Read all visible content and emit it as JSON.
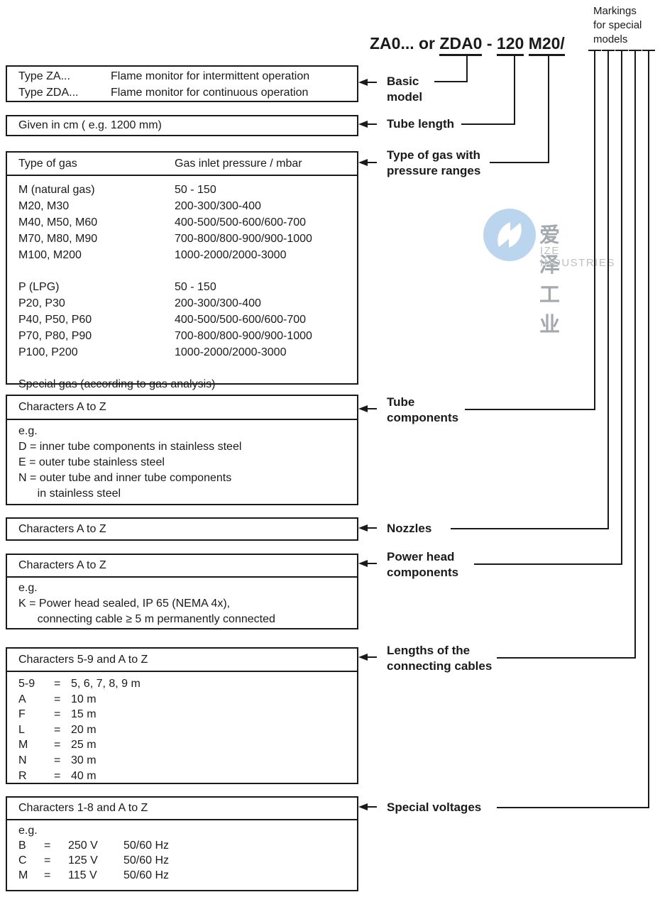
{
  "colors": {
    "ink": "#1a1a1a",
    "watermark_blue": "#b3d1ec",
    "watermark_gray": "#9aa0a6"
  },
  "title": {
    "prefix": "ZA0... or ",
    "basic_code": "ZDA0",
    "separator": " - ",
    "tube_code": "120",
    "gas_code": "M20/",
    "markings_note": [
      "Markings",
      "for special",
      "models"
    ]
  },
  "labels": {
    "basic_model": [
      "Basic",
      "model"
    ],
    "tube_length": "Tube length",
    "gas_type": [
      "Type of gas with",
      "pressure ranges"
    ],
    "tube_components": [
      "Tube",
      "components"
    ],
    "nozzles": "Nozzles",
    "power_head": [
      "Power head",
      "components"
    ],
    "cables": [
      "Lengths of the",
      "connecting cables"
    ],
    "special_voltages": "Special voltages"
  },
  "boxes": {
    "basic_model": {
      "rows": [
        {
          "code": "Type ZA...",
          "desc": "Flame monitor for intermittent operation"
        },
        {
          "code": "Type ZDA...",
          "desc": "Flame monitor for continuous operation"
        }
      ]
    },
    "tube_length": {
      "text": "Given in cm ( e.g. 1200 mm)"
    },
    "gas": {
      "header": {
        "col1": "Type of gas",
        "col2": "Gas inlet pressure / mbar"
      },
      "natural_rows": [
        {
          "col1": "M (natural gas)",
          "col2": "50 - 150"
        },
        {
          "col1": "M20, M30",
          "col2": "200-300/300-400"
        },
        {
          "col1": "M40, M50, M60",
          "col2": "400-500/500-600/600-700"
        },
        {
          "col1": "M70, M80, M90",
          "col2": "700-800/800-900/900-1000"
        },
        {
          "col1": "M100, M200",
          "col2": "1000-2000/2000-3000"
        }
      ],
      "lpg_rows": [
        {
          "col1": "P (LPG)",
          "col2": "50 - 150"
        },
        {
          "col1": "P20, P30",
          "col2": "200-300/300-400"
        },
        {
          "col1": "P40, P50, P60",
          "col2": "400-500/500-600/600-700"
        },
        {
          "col1": "P70, P80, P90",
          "col2": "700-800/800-900/900-1000"
        },
        {
          "col1": "P100, P200",
          "col2": "1000-2000/2000-3000"
        }
      ],
      "footer": "Special gas (according to gas analysis)"
    },
    "tube_components": {
      "header": "Characters A to Z",
      "body": [
        "e.g.",
        "D = inner tube components in stainless steel",
        "E = outer tube stainless steel",
        "N = outer tube and inner tube components",
        "      in stainless steel"
      ]
    },
    "nozzles": {
      "header": "Characters A to Z"
    },
    "power_head": {
      "header": "Characters A to Z",
      "body": [
        "e.g.",
        "K = Power head sealed, IP 65 (NEMA 4x),",
        "      connecting cable ≥ 5 m permanently connected"
      ]
    },
    "cables": {
      "header": "Characters 5-9 and A to Z",
      "rows": [
        {
          "code": "5-9",
          "eq": "=",
          "value": "5, 6, 7, 8, 9 m"
        },
        {
          "code": "A",
          "eq": "=",
          "value": "10 m"
        },
        {
          "code": "F",
          "eq": "=",
          "value": "15 m"
        },
        {
          "code": "L",
          "eq": "=",
          "value": "20 m"
        },
        {
          "code": "M",
          "eq": "=",
          "value": "25 m"
        },
        {
          "code": "N",
          "eq": "=",
          "value": "30 m"
        },
        {
          "code": "R",
          "eq": "=",
          "value": "40 m"
        }
      ]
    },
    "voltages": {
      "header": "Characters 1-8 and A to Z",
      "example_label": "e.g.",
      "rows": [
        {
          "code": "B",
          "eq": "=",
          "voltage": "250 V",
          "freq": "50/60 Hz"
        },
        {
          "code": "C",
          "eq": "=",
          "voltage": "125 V",
          "freq": "50/60 Hz"
        },
        {
          "code": "M",
          "eq": "=",
          "voltage": "115 V",
          "freq": "50/60 Hz"
        }
      ]
    }
  },
  "watermark": {
    "brand_cjk": "爱泽工业",
    "brand_latin": "IZE INDUSTRIES"
  }
}
